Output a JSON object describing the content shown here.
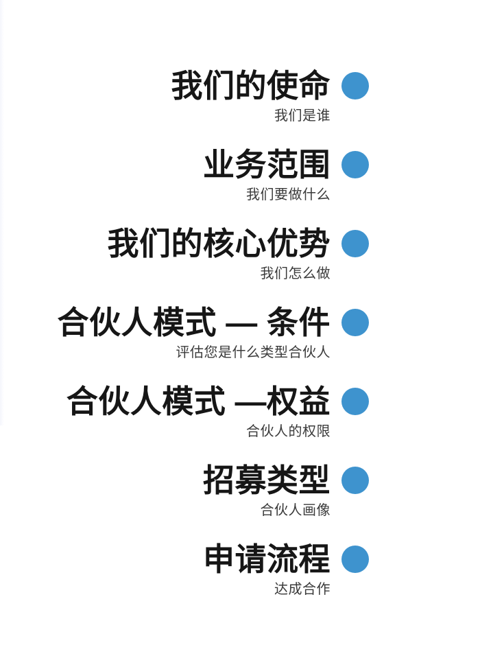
{
  "page": {
    "background_color": "#ffffff",
    "accent_color": "#3e93ce",
    "title_color": "#161616",
    "subtitle_color": "#3a3a3a"
  },
  "toc": {
    "items": [
      {
        "index": "1",
        "title": "我们的使命",
        "subtitle": "我们是谁",
        "marker": "bullet-dot"
      },
      {
        "index": "2",
        "title": "业务范围",
        "subtitle": "我们要做什么",
        "marker": "bullet-dot"
      },
      {
        "index": "3",
        "title": "我们的核心优势",
        "subtitle": "我们怎么做",
        "marker": "bullet-dot"
      },
      {
        "index": "4",
        "title": "合伙人模式 — 条件",
        "subtitle": "评估您是什么类型合伙人",
        "marker": "bullet-dot"
      },
      {
        "index": "5",
        "title": "合伙人模式 —权益",
        "subtitle": "合伙人的权限",
        "marker": "bullet-dot"
      },
      {
        "index": "6",
        "title": "招募类型",
        "subtitle": "合伙人画像",
        "marker": "bullet-dot"
      },
      {
        "index": "7",
        "title": "申请流程",
        "subtitle": "达成合作",
        "marker": "bullet-dot"
      }
    ]
  }
}
